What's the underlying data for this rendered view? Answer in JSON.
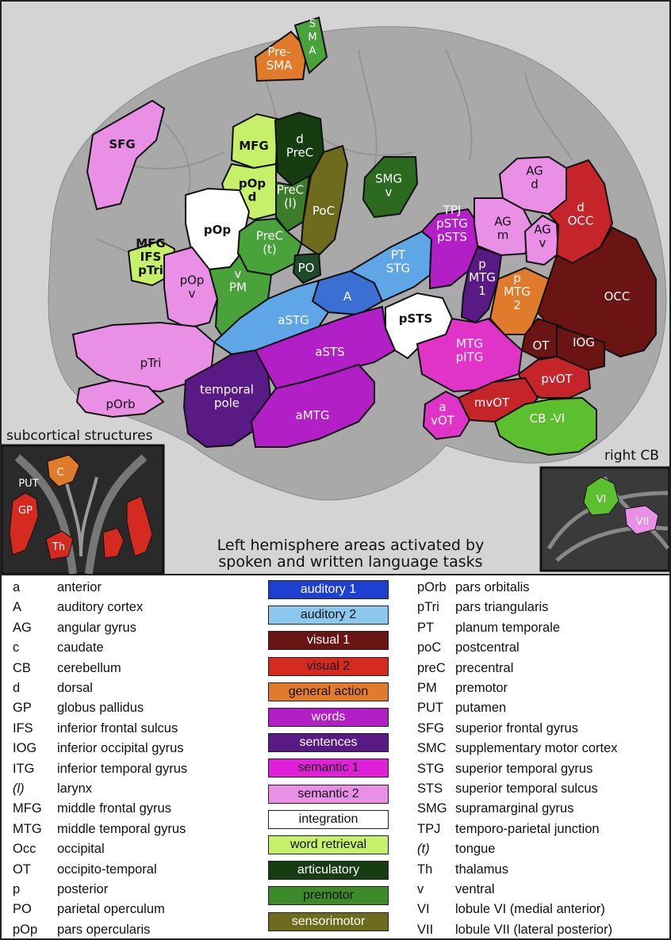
{
  "regions": [
    {
      "id": "pre-sma",
      "lines": [
        "Pre-",
        "SMA"
      ],
      "fill": "#e07b2b",
      "text": "w"
    },
    {
      "id": "sma",
      "lines": [
        "S",
        "M",
        "A"
      ],
      "fill": "#4aa23a",
      "text": "w"
    },
    {
      "id": "sfg",
      "lines": [
        "SFG"
      ],
      "fill": "#ea8fe6",
      "text": "b"
    },
    {
      "id": "mfg",
      "lines": [
        "MFG"
      ],
      "fill": "#c6f06a",
      "text": "b"
    },
    {
      "id": "pop-d",
      "lines": [
        "pOp",
        "d"
      ],
      "fill": "#c6f06a",
      "text": "b"
    },
    {
      "id": "d-prec",
      "lines": [
        "d",
        "PreC"
      ],
      "fill": "#163d12",
      "text": "w"
    },
    {
      "id": "prec-l",
      "lines": [
        "PreC",
        "(l)"
      ],
      "fill": "#3c7d2a",
      "text": "w"
    },
    {
      "id": "poc",
      "lines": [
        "PoC"
      ],
      "fill": "#6e6a1e",
      "text": "w"
    },
    {
      "id": "smg-v",
      "lines": [
        "SMG",
        "v"
      ],
      "fill": "#2b6a1f",
      "text": "w"
    },
    {
      "id": "pop",
      "lines": [
        "pOp"
      ],
      "fill": "#ffffff",
      "text": "b"
    },
    {
      "id": "prec-t",
      "lines": [
        "PreC",
        "(t)"
      ],
      "fill": "#4aa23a",
      "text": "w"
    },
    {
      "id": "po",
      "lines": [
        "PO"
      ],
      "fill": "#1d4a2a",
      "text": "w"
    },
    {
      "id": "mfg-ifs-ptri",
      "lines": [
        "MFG",
        "IFS",
        "pTri"
      ],
      "fill": "#c6f06a",
      "text": "b"
    },
    {
      "id": "pop-v",
      "lines": [
        "pOp",
        "v"
      ],
      "fill": "#ea8fe6",
      "text": ""
    },
    {
      "id": "v-pm",
      "lines": [
        "v",
        "PM"
      ],
      "fill": "#4aa23a",
      "text": "w"
    },
    {
      "id": "a",
      "lines": [
        "A"
      ],
      "fill": "#3b6fd4",
      "text": "w"
    },
    {
      "id": "astg",
      "lines": [
        "aSTG"
      ],
      "fill": "#5fa6e6",
      "text": "w"
    },
    {
      "id": "pt-stg",
      "lines": [
        "PT",
        "STG"
      ],
      "fill": "#5fa6e6",
      "text": "w"
    },
    {
      "id": "tpj-pstg-psts",
      "lines": [
        "TPJ",
        "pSTG",
        "pSTS"
      ],
      "fill": "#b21fc6",
      "text": "w"
    },
    {
      "id": "ag-d",
      "lines": [
        "AG",
        "d"
      ],
      "fill": "#ea8fe6",
      "text": ""
    },
    {
      "id": "ag-m",
      "lines": [
        "AG",
        "m"
      ],
      "fill": "#ea8fe6",
      "text": ""
    },
    {
      "id": "ag-v",
      "lines": [
        "AG",
        "v"
      ],
      "fill": "#ea8fe6",
      "text": ""
    },
    {
      "id": "d-occ",
      "lines": [
        "d",
        "OCC"
      ],
      "fill": "#c4242a",
      "text": "w"
    },
    {
      "id": "occ",
      "lines": [
        "OCC"
      ],
      "fill": "#6b1414",
      "text": "w"
    },
    {
      "id": "p-mtg-1",
      "lines": [
        "p",
        "MTG",
        "1"
      ],
      "fill": "#5a1a86",
      "text": "w"
    },
    {
      "id": "p-mtg-2",
      "lines": [
        "p",
        "MTG",
        "2"
      ],
      "fill": "#e07b2b",
      "text": "w"
    },
    {
      "id": "psts",
      "lines": [
        "pSTS"
      ],
      "fill": "#ffffff",
      "text": "b"
    },
    {
      "id": "ot",
      "lines": [
        "OT"
      ],
      "fill": "#6b1414",
      "text": "w"
    },
    {
      "id": "iog",
      "lines": [
        "IOG"
      ],
      "fill": "#6b1414",
      "text": "w"
    },
    {
      "id": "asts",
      "lines": [
        "aSTS"
      ],
      "fill": "#b21fc6",
      "text": "w"
    },
    {
      "id": "mtg-pitg",
      "lines": [
        "MTG",
        "pITG"
      ],
      "fill": "#e033c8",
      "text": "w"
    },
    {
      "id": "pvot",
      "lines": [
        "pvOT"
      ],
      "fill": "#c4242a",
      "text": "w"
    },
    {
      "id": "mvot",
      "lines": [
        "mvOT"
      ],
      "fill": "#c4242a",
      "text": "w"
    },
    {
      "id": "a-vot",
      "lines": [
        "a",
        "vOT"
      ],
      "fill": "#e033c8",
      "text": "w"
    },
    {
      "id": "cb-vi",
      "lines": [
        "CB -VI"
      ],
      "fill": "#5cbf2e",
      "text": "w"
    },
    {
      "id": "ptri",
      "lines": [
        "pTri"
      ],
      "fill": "#ea8fe6",
      "text": ""
    },
    {
      "id": "porb",
      "lines": [
        "pOrb"
      ],
      "fill": "#ea8fe6",
      "text": ""
    },
    {
      "id": "temporal-pole",
      "lines": [
        "temporal",
        "pole"
      ],
      "fill": "#5a1a86",
      "text": "w"
    },
    {
      "id": "amtg",
      "lines": [
        "aMTG"
      ],
      "fill": "#b21fc6",
      "text": "w"
    }
  ],
  "subcortical": {
    "title": "subcortical structures",
    "labels": {
      "c": "C",
      "put": "PUT",
      "gp": "GP",
      "th": "Th"
    },
    "colors": {
      "c": "#e07b2b",
      "gp": "#d42a1f",
      "th": "#d42a1f"
    }
  },
  "right_cb": {
    "title": "right CB",
    "labels": {
      "vi": "VI",
      "vii": "VII"
    },
    "colors": {
      "vi": "#5cbf2e",
      "vii": "#ea8fe6"
    }
  },
  "caption": {
    "line1": "Left  hemisphere areas activated by",
    "line2": "spoken and written language tasks"
  },
  "glossary_left": [
    {
      "abbr": "a",
      "def": "anterior"
    },
    {
      "abbr": "A",
      "def": "auditory cortex"
    },
    {
      "abbr": "AG",
      "def": "angular gyrus"
    },
    {
      "abbr": "c",
      "def": "caudate"
    },
    {
      "abbr": "CB",
      "def": "cerebellum"
    },
    {
      "abbr": "d",
      "def": "dorsal"
    },
    {
      "abbr": "GP",
      "def": "globus pallidus"
    },
    {
      "abbr": "IFS",
      "def": "inferior frontal sulcus"
    },
    {
      "abbr": "IOG",
      "def": "inferior occipital gyrus"
    },
    {
      "abbr": "ITG",
      "def": "inferior temporal gyrus"
    },
    {
      "abbr": "(l)",
      "def": "larynx"
    },
    {
      "abbr": "MFG",
      "def": "middle frontal gyrus"
    },
    {
      "abbr": "MTG",
      "def": "middle temporal gyrus"
    },
    {
      "abbr": "Occ",
      "def": "occipital"
    },
    {
      "abbr": "OT",
      "def": "occipito-temporal"
    },
    {
      "abbr": "p",
      "def": "posterior"
    },
    {
      "abbr": "PO",
      "def": "parietal operculum"
    },
    {
      "abbr": "pOp",
      "def": "pars opercularis"
    }
  ],
  "glossary_right": [
    {
      "abbr": "pOrb",
      "def": "pars orbitalis"
    },
    {
      "abbr": "pTri",
      "def": "pars triangularis"
    },
    {
      "abbr": "PT",
      "def": "planum temporale"
    },
    {
      "abbr": "poC",
      "def": "postcentral"
    },
    {
      "abbr": "preC",
      "def": "precentral"
    },
    {
      "abbr": "PM",
      "def": "premotor"
    },
    {
      "abbr": "PUT",
      "def": "putamen"
    },
    {
      "abbr": "SFG",
      "def": "superior frontal gyrus"
    },
    {
      "abbr": "SMC",
      "def": "supplementary motor cortex"
    },
    {
      "abbr": "STG",
      "def": "superior temporal  gyrus"
    },
    {
      "abbr": "STS",
      "def": "superior temporal  sulcus"
    },
    {
      "abbr": "SMG",
      "def": "supramarginal gyrus"
    },
    {
      "abbr": "TPJ",
      "def": "temporo-parietal junction"
    },
    {
      "abbr": "(t)",
      "def": "tongue"
    },
    {
      "abbr": "Th",
      "def": "thalamus"
    },
    {
      "abbr": "v",
      "def": "ventral"
    },
    {
      "abbr": "VI",
      "def": "lobule VI  (medial anterior)"
    },
    {
      "abbr": "VII",
      "def": "lobule VII (lateral posterior)"
    }
  ],
  "color_key": [
    {
      "label": "auditory 1",
      "bg": "#1f3fd0",
      "fg": "#ffffff"
    },
    {
      "label": "auditory 2",
      "bg": "#8cc8ee",
      "fg": "#111111"
    },
    {
      "label": "visual 1",
      "bg": "#6b1414",
      "fg": "#ffffff"
    },
    {
      "label": "visual 2",
      "bg": "#d42a1f",
      "fg": "#111111"
    },
    {
      "label": "general action",
      "bg": "#e07b2b",
      "fg": "#111111"
    },
    {
      "label": "words",
      "bg": "#b21fc6",
      "fg": "#ffffff"
    },
    {
      "label": "sentences",
      "bg": "#5a1a86",
      "fg": "#ffffff"
    },
    {
      "label": "semantic 1",
      "bg": "#e01fd8",
      "fg": "#111111"
    },
    {
      "label": "semantic 2",
      "bg": "#ea8fe6",
      "fg": "#111111"
    },
    {
      "label": "integration",
      "bg": "#ffffff",
      "fg": "#111111"
    },
    {
      "label": "word retrieval",
      "bg": "#c6f06a",
      "fg": "#111111"
    },
    {
      "label": "articulatory",
      "bg": "#163d12",
      "fg": "#ffffff"
    },
    {
      "label": "premotor",
      "bg": "#3c8a2a",
      "fg": "#111111"
    },
    {
      "label": "sensorimotor",
      "bg": "#6e6a1e",
      "fg": "#ffffff"
    }
  ]
}
